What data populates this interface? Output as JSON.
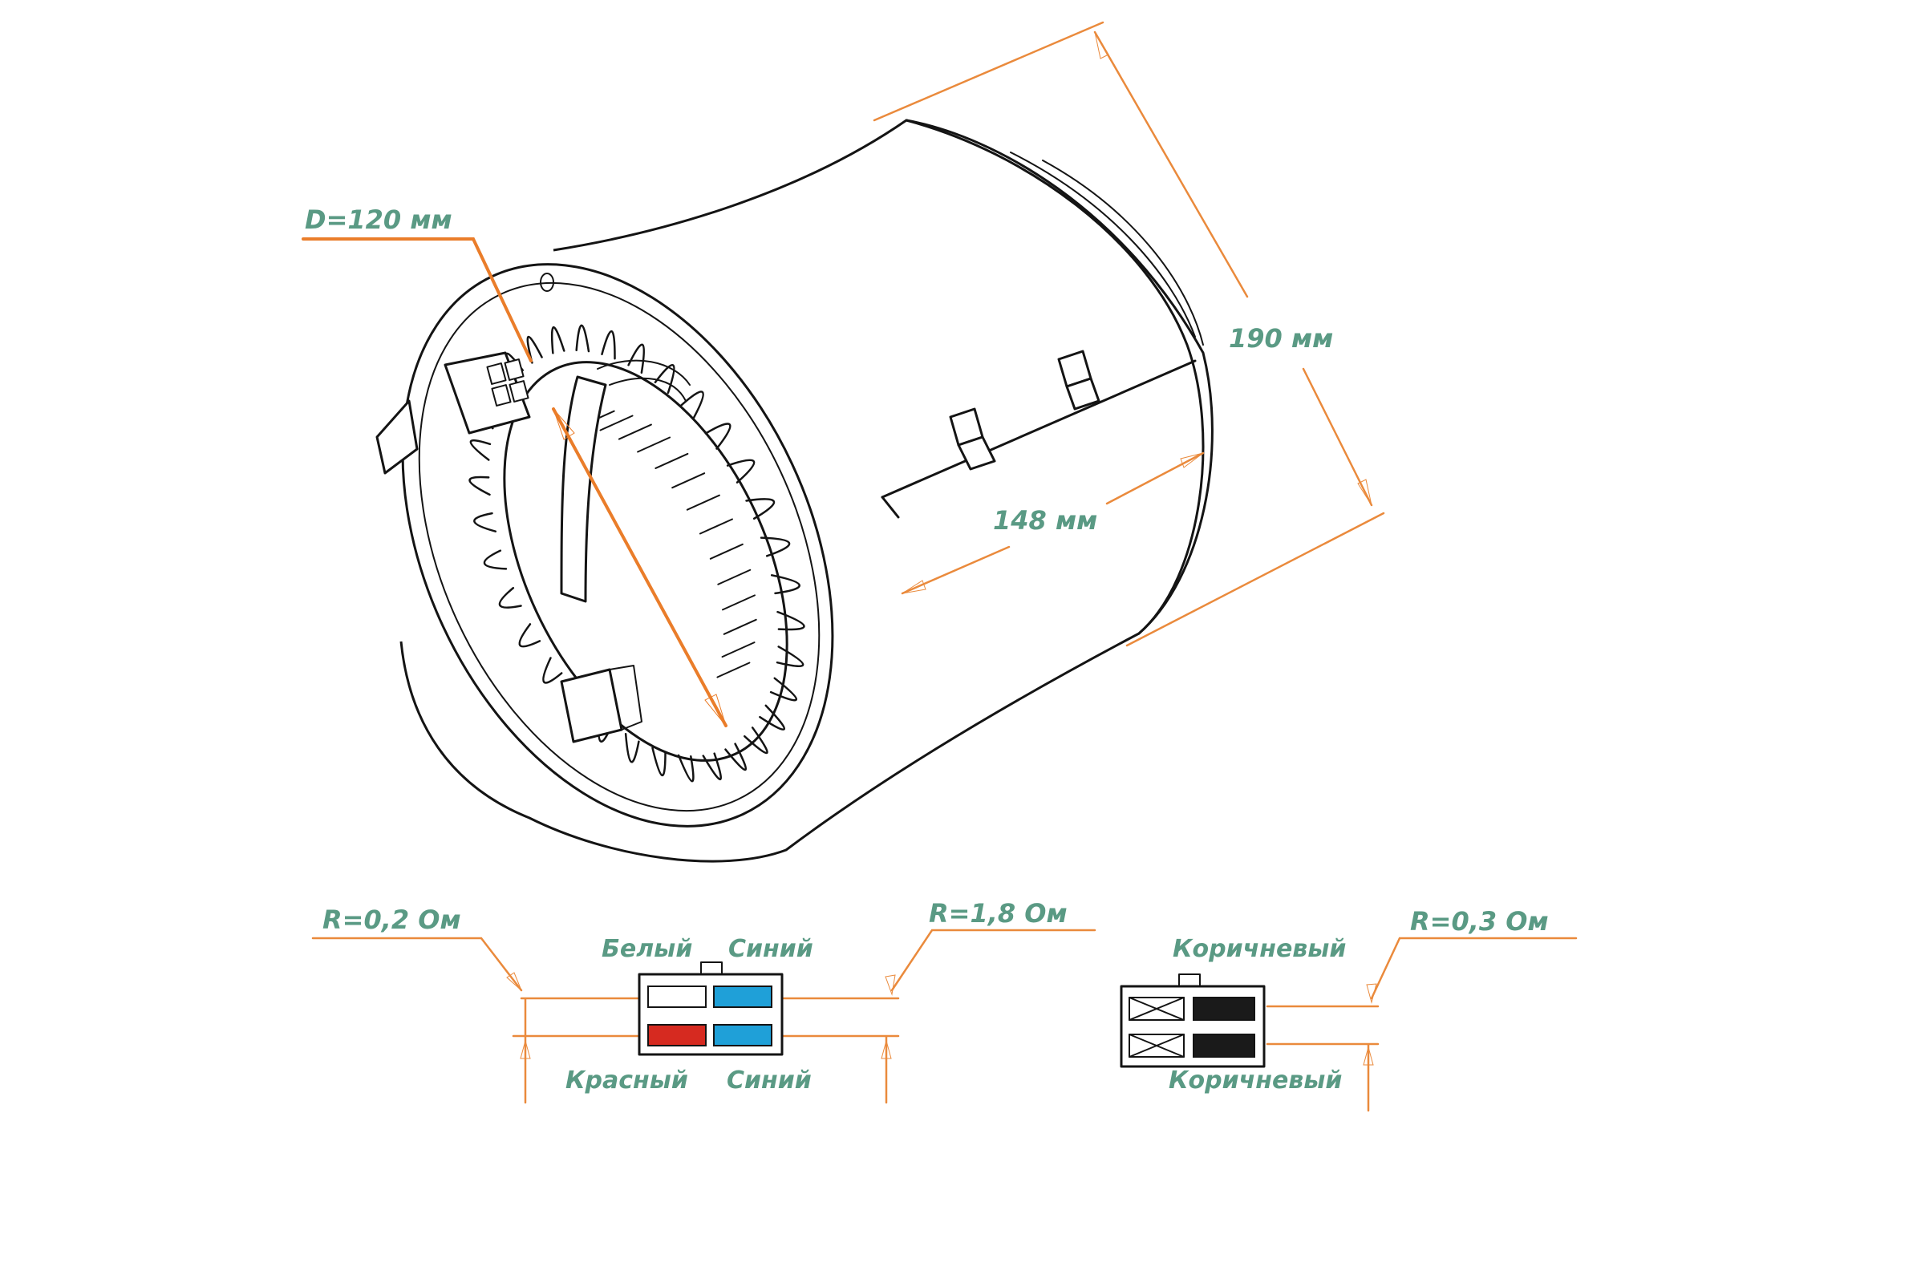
{
  "colors": {
    "label_text": "#5a9a84",
    "dimension_line": "#ea8a3c",
    "outline": "#141414",
    "wire_white": "#ffffff",
    "wire_blue": "#1fa0d8",
    "wire_red": "#d62a20",
    "wire_brown": "#1a1a1a"
  },
  "dimensions": {
    "diameter": "D=120 мм",
    "length": "148 мм",
    "outer_diameter": "190 мм"
  },
  "connector_1": {
    "resistance_top": "R=0,2 Ом",
    "resistance_right": "R=1,8 Ом",
    "top_left_wire": "Белый",
    "top_right_wire": "Синий",
    "bottom_left_wire": "Красный",
    "bottom_right_wire": "Синий",
    "pins": [
      {
        "color": "white"
      },
      {
        "color": "blue"
      },
      {
        "color": "red"
      },
      {
        "color": "blue"
      }
    ]
  },
  "connector_2": {
    "resistance": "R=0,3 Ом",
    "top_wire": "Коричневый",
    "bottom_wire": "Коричневый",
    "pins": [
      {
        "color": "brown"
      },
      {
        "color": "brown"
      }
    ]
  }
}
